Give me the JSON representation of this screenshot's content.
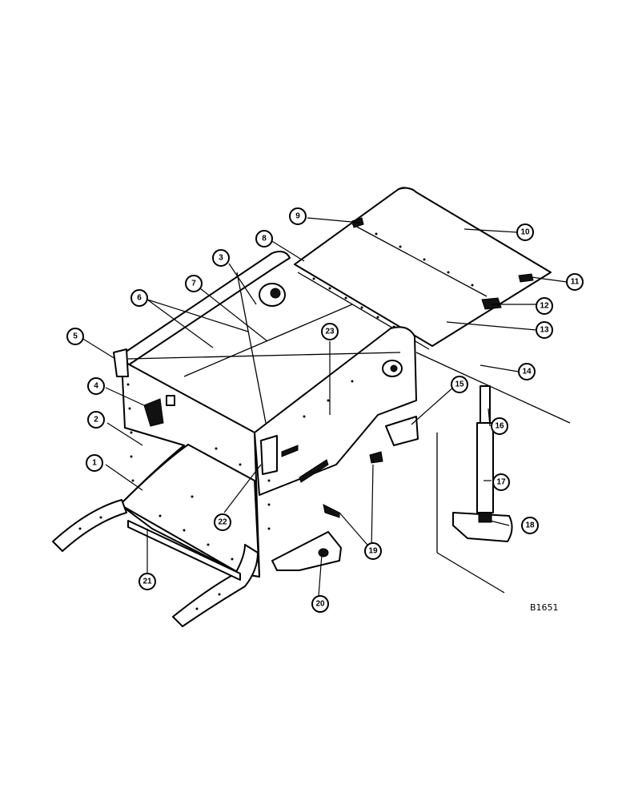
{
  "figure": {
    "drawing_code": "B1651",
    "callouts": [
      {
        "id": "c1",
        "label": "1"
      },
      {
        "id": "c2",
        "label": "2"
      },
      {
        "id": "c3",
        "label": "3"
      },
      {
        "id": "c4",
        "label": "4"
      },
      {
        "id": "c5",
        "label": "5"
      },
      {
        "id": "c6",
        "label": "6"
      },
      {
        "id": "c7",
        "label": "7"
      },
      {
        "id": "c8",
        "label": "8"
      },
      {
        "id": "c9",
        "label": "9"
      },
      {
        "id": "c10",
        "label": "10"
      },
      {
        "id": "c11",
        "label": "11"
      },
      {
        "id": "c12",
        "label": "12"
      },
      {
        "id": "c13",
        "label": "13"
      },
      {
        "id": "c14",
        "label": "14"
      },
      {
        "id": "c15",
        "label": "15"
      },
      {
        "id": "c16",
        "label": "16"
      },
      {
        "id": "c17",
        "label": "17"
      },
      {
        "id": "c18",
        "label": "18"
      },
      {
        "id": "c19",
        "label": "19"
      },
      {
        "id": "c20",
        "label": "20"
      },
      {
        "id": "c21",
        "label": "21"
      },
      {
        "id": "c22",
        "label": "22"
      },
      {
        "id": "c23",
        "label": "23"
      }
    ]
  }
}
